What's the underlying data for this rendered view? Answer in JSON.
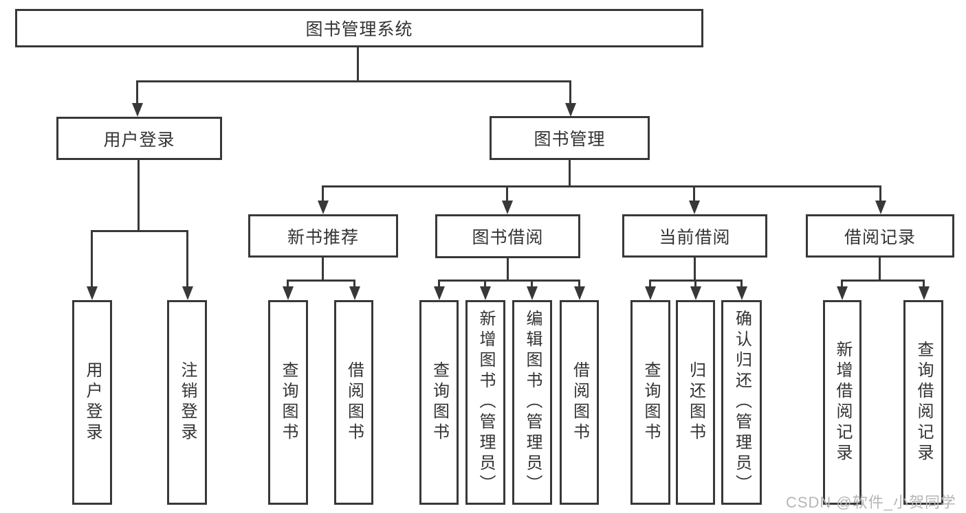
{
  "tree": {
    "root": "图书管理系统",
    "children": [
      {
        "label": "用户登录",
        "children": [
          "用户登录",
          "注销登录"
        ]
      },
      {
        "label": "图书管理",
        "children": [
          {
            "label": "新书推荐",
            "children": [
              "查询图书",
              "借阅图书"
            ]
          },
          {
            "label": "图书借阅",
            "children": [
              "查询图书",
              "新增图书（管理员）",
              "编辑图书（管理员）",
              "借阅图书"
            ]
          },
          {
            "label": "当前借阅",
            "children": [
              "查询图书",
              "归还图书",
              "确认归还（管理员）"
            ]
          },
          {
            "label": "借阅记录",
            "children": [
              "新增借阅记录",
              "查询借阅记录"
            ]
          }
        ]
      }
    ]
  },
  "watermark": "CSDN @软件_小贺同学",
  "colors": {
    "line": "#383838",
    "text": "#333333",
    "box_background": "#ffffff",
    "page_background": "#ffffff",
    "watermark": "#b5b5b5"
  }
}
